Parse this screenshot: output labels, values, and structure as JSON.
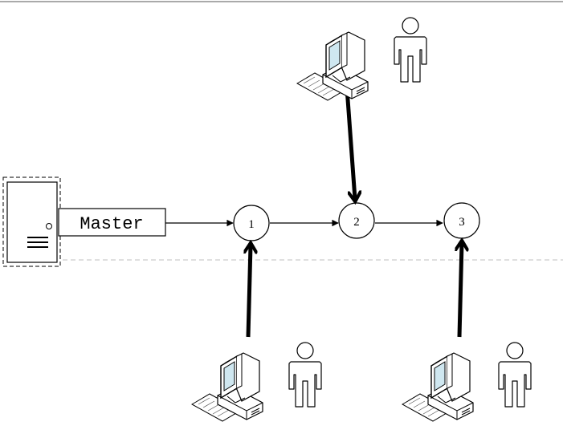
{
  "master": {
    "label": "Master"
  },
  "nodes": [
    {
      "id": "1",
      "label": "1"
    },
    {
      "id": "2",
      "label": "2"
    },
    {
      "id": "3",
      "label": "3"
    }
  ],
  "icons": {
    "server": "server-icon",
    "computer": "desktop-computer-icon",
    "user": "user-icon"
  },
  "colors": {
    "stroke": "#000000",
    "divider": "#bfbfbf",
    "screen": "#cfe7f0"
  }
}
